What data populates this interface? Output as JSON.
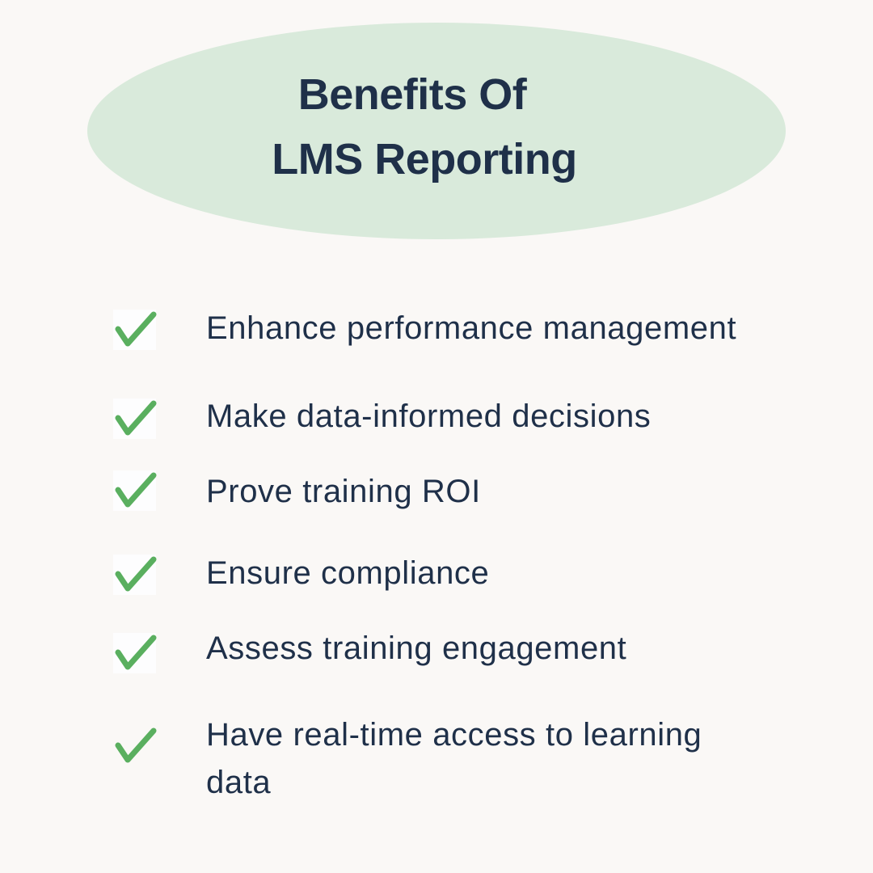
{
  "header": {
    "title_line1": "Benefits Of",
    "title_line2": "LMS Reporting"
  },
  "colors": {
    "background": "#faf8f6",
    "oval": "#d9eadb",
    "text": "#1f3049",
    "check": "#5aaf5f"
  },
  "benefits": {
    "items": [
      {
        "icon": "checkmark-icon",
        "label": "Enhance performance management"
      },
      {
        "icon": "checkmark-icon",
        "label": "Make data-informed decisions"
      },
      {
        "icon": "checkmark-icon",
        "label": "Prove training ROI"
      },
      {
        "icon": "checkmark-icon",
        "label": "Ensure compliance"
      },
      {
        "icon": "checkmark-icon",
        "label": "Assess training engagement"
      },
      {
        "icon": "checkmark-icon",
        "label_line1": "Have real-time access to learning",
        "label_line2": "data"
      }
    ]
  }
}
